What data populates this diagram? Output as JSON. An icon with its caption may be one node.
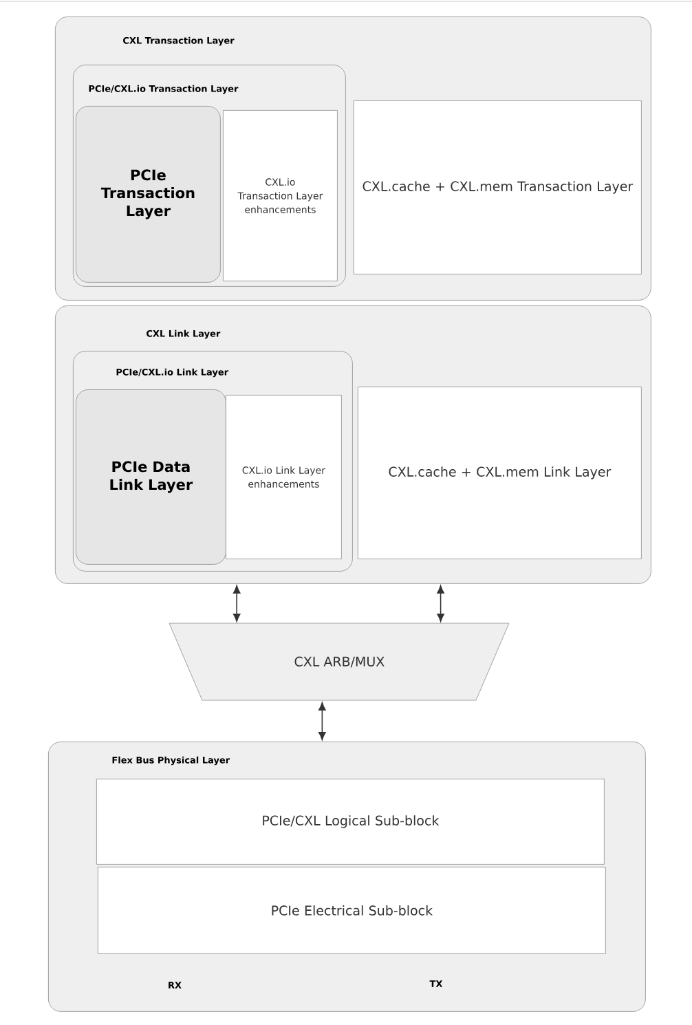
{
  "diagram": {
    "nodes": [
      {
        "text": [
          "CXL Transaction Layer"
        ]
      },
      {
        "text": [
          "PCIe/CXL.io Transaction Layer"
        ],
        "in": 0
      },
      {
        "text": [
          "PCIe Transaction Layer"
        ],
        "in": 1
      },
      {
        "text": [
          "CXL.io Transaction Layer enhancements"
        ],
        "in": 1
      },
      {
        "text": [
          "CXL.cache + CXL.mem Transaction Layer"
        ],
        "in": 0
      },
      {
        "text": [
          "CXL Link Layer"
        ]
      },
      {
        "text": [
          "PCIe/CXL.io Link Layer"
        ],
        "in": 5
      },
      {
        "text": [
          "PCIe Data Link Layer"
        ],
        "in": 6
      },
      {
        "text": [
          "CXL.io Link Layer enhancements"
        ],
        "in": 6
      },
      {
        "text": [
          "CXL.cache + CXL.mem Link Layer"
        ],
        "in": 5
      },
      {
        "text": [
          "CXL ARB/MUX"
        ]
      },
      {
        "text": [
          "Flex Bus Physical Layer"
        ]
      },
      {
        "text": [
          "PCIe/CXL Logical Sub-block"
        ],
        "in": 11
      },
      {
        "text": [
          "PCIe Electrical Sub-block"
        ],
        "in": 11
      }
    ],
    "edges": [
      {
        "from": 5,
        "to": 10,
        "arrow": "both"
      },
      {
        "from": 5,
        "to": 10,
        "arrow": "both"
      },
      {
        "from": 10,
        "to": 11,
        "arrow": "both"
      }
    ],
    "labels": [
      "RX",
      "TX"
    ]
  }
}
